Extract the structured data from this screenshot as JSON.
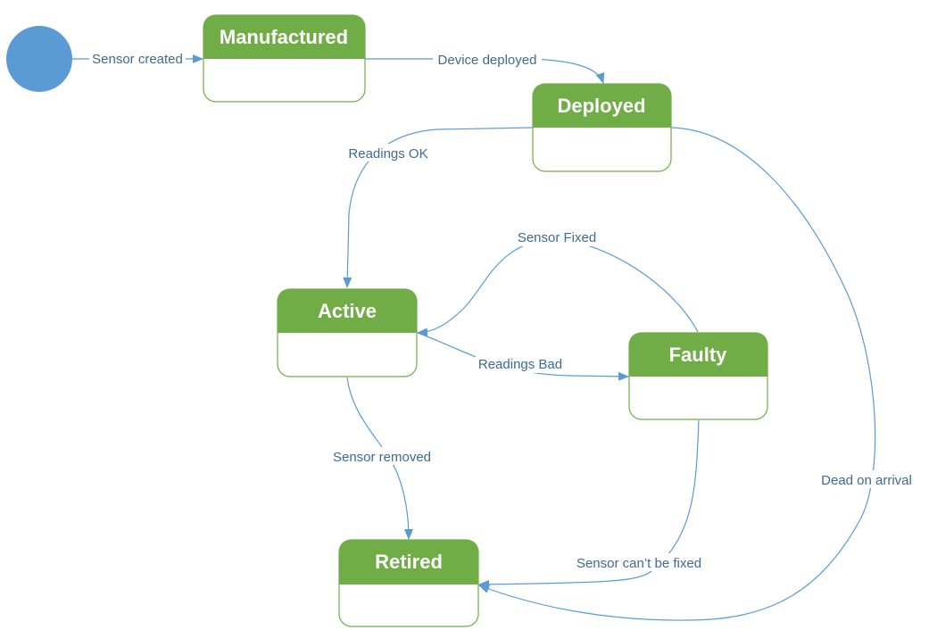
{
  "diagram": {
    "colors": {
      "initial_node": "#5b9bd5",
      "state_header": "#70ad47",
      "state_border": "#70ad47",
      "state_label": "#ffffff",
      "edge": "#5b9bd5",
      "edge_label": "#3e6b8f"
    },
    "states": {
      "manufactured": "Manufactured",
      "deployed": "Deployed",
      "active": "Active",
      "faulty": "Faulty",
      "retired": "Retired"
    },
    "transitions": {
      "sensor_created": "Sensor created",
      "device_deployed": "Device deployed",
      "readings_ok": "Readings OK",
      "sensor_fixed": "Sensor Fixed",
      "readings_bad": "Readings Bad",
      "sensor_removed": "Sensor removed",
      "sensor_cant_be_fixed": "Sensor can’t be fixed",
      "dead_on_arrival": "Dead on arrival"
    }
  }
}
